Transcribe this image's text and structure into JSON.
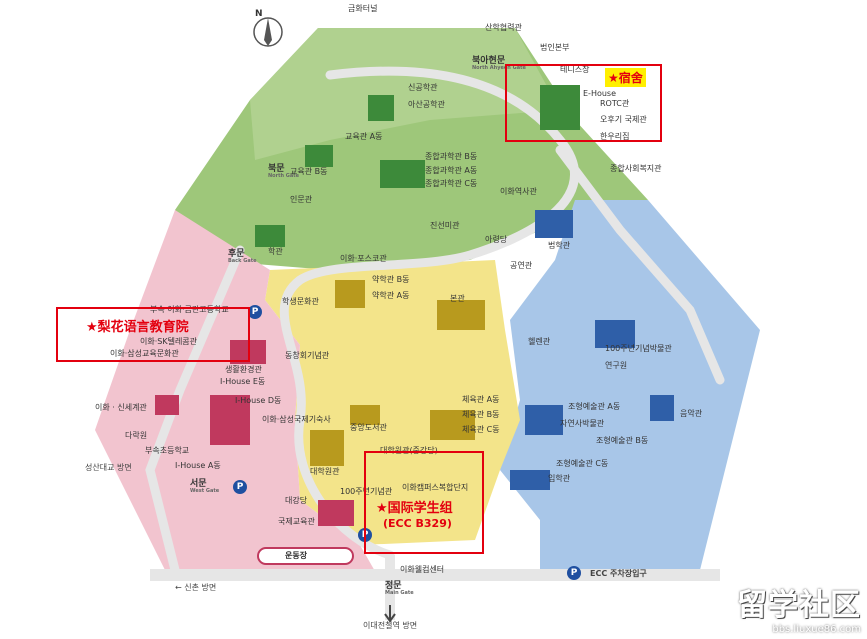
{
  "compass": {
    "north_letter": "N"
  },
  "zones": {
    "green": "#9ec77a",
    "green_light": "#b8d598",
    "pink": "#f2c4cf",
    "yellow": "#f3e48a",
    "blue": "#a8c6e8",
    "road": "#d9d9d9",
    "building_green": "#3d8a3a",
    "building_pink": "#c0395e",
    "building_yellow": "#b89a1e",
    "building_blue": "#2f5fa8"
  },
  "gates": {
    "top": "금화터널",
    "north": "북아현문",
    "north_en": "North Ahyeon Gate",
    "north_side": "북문",
    "north_side_en": "North Gate",
    "back": "후문",
    "back_en": "Back Gate",
    "west": "서문",
    "west_en": "West Gate",
    "main": "정문",
    "main_en": "Main Gate"
  },
  "directions": {
    "left_mid": "성산대교 방면",
    "bottom_left": "← 신촌 방면",
    "bottom_center": "이대전철역 방면",
    "ecc_parking": "ECC 주차장입구"
  },
  "buildings": {
    "b1": "학생문화관",
    "b2": "중앙도서관",
    "b3": "이화 · 신세계관",
    "b4": "대학원관",
    "b5": "운동장",
    "b6": "이화캠퍼스복합단지",
    "b7": "이화웰컴센터",
    "b8": "100주년기념관",
    "b9": "국제교육관",
    "b10": "생활환경관",
    "b11": "I-House E동",
    "b12": "I-House D동",
    "b13": "I-House A동",
    "b14": "다락원",
    "b15": "부속초등학교",
    "b16": "본관",
    "b17": "약학관 A동",
    "b18": "약학관 B동",
    "b19": "체육관 A동",
    "b20": "체육관 B동",
    "b21": "체육관 C동",
    "b22": "대학원관(중강당)",
    "b23": "이화·포스코관",
    "b24": "진선미관",
    "b25": "아령당",
    "b26": "이화역사관",
    "b27": "종합과학관 A동",
    "b28": "종합과학관 B동",
    "b29": "종합과학관 C동",
    "b30": "아산공학관",
    "b31": "신공학관",
    "b32": "교육관 A동",
    "b33": "교육관 B동",
    "b34": "인문관",
    "b35": "학관",
    "b36": "E-House",
    "b37": "ROTC관",
    "b38": "오후기 국제관",
    "b39": "한우리집",
    "b40": "테니스장",
    "b41": "법인본부",
    "b42": "종합사회복지관",
    "b43": "법학관",
    "b44": "헬렌관",
    "b45": "100주년기념박물관",
    "b46": "연구원",
    "b47": "조형예술관 A동",
    "b48": "조형예술관 B동",
    "b49": "조형예술관 C동",
    "b50": "자연사박물관",
    "b51": "음악관",
    "b52": "입학관",
    "b53": "공연관",
    "b54": "부속 이화·금란고등학교",
    "b55": "이화·SK텔레콤관",
    "b56": "이화·삼성교육문화관",
    "b57": "이화·삼성국제기숙사",
    "b58": "동창회기념관",
    "b59": "대강당",
    "b60": "산학협력관"
  },
  "highlights": {
    "dorm": "★宿舍",
    "language_institute": "★梨花语言教育院",
    "intl_student_group": "★国际学生组",
    "intl_student_group_room": "(ECC B329)"
  },
  "parking": {
    "symbol": "P"
  },
  "watermark": {
    "text": "留学社区",
    "url": "bbs.liuxue86.com"
  }
}
